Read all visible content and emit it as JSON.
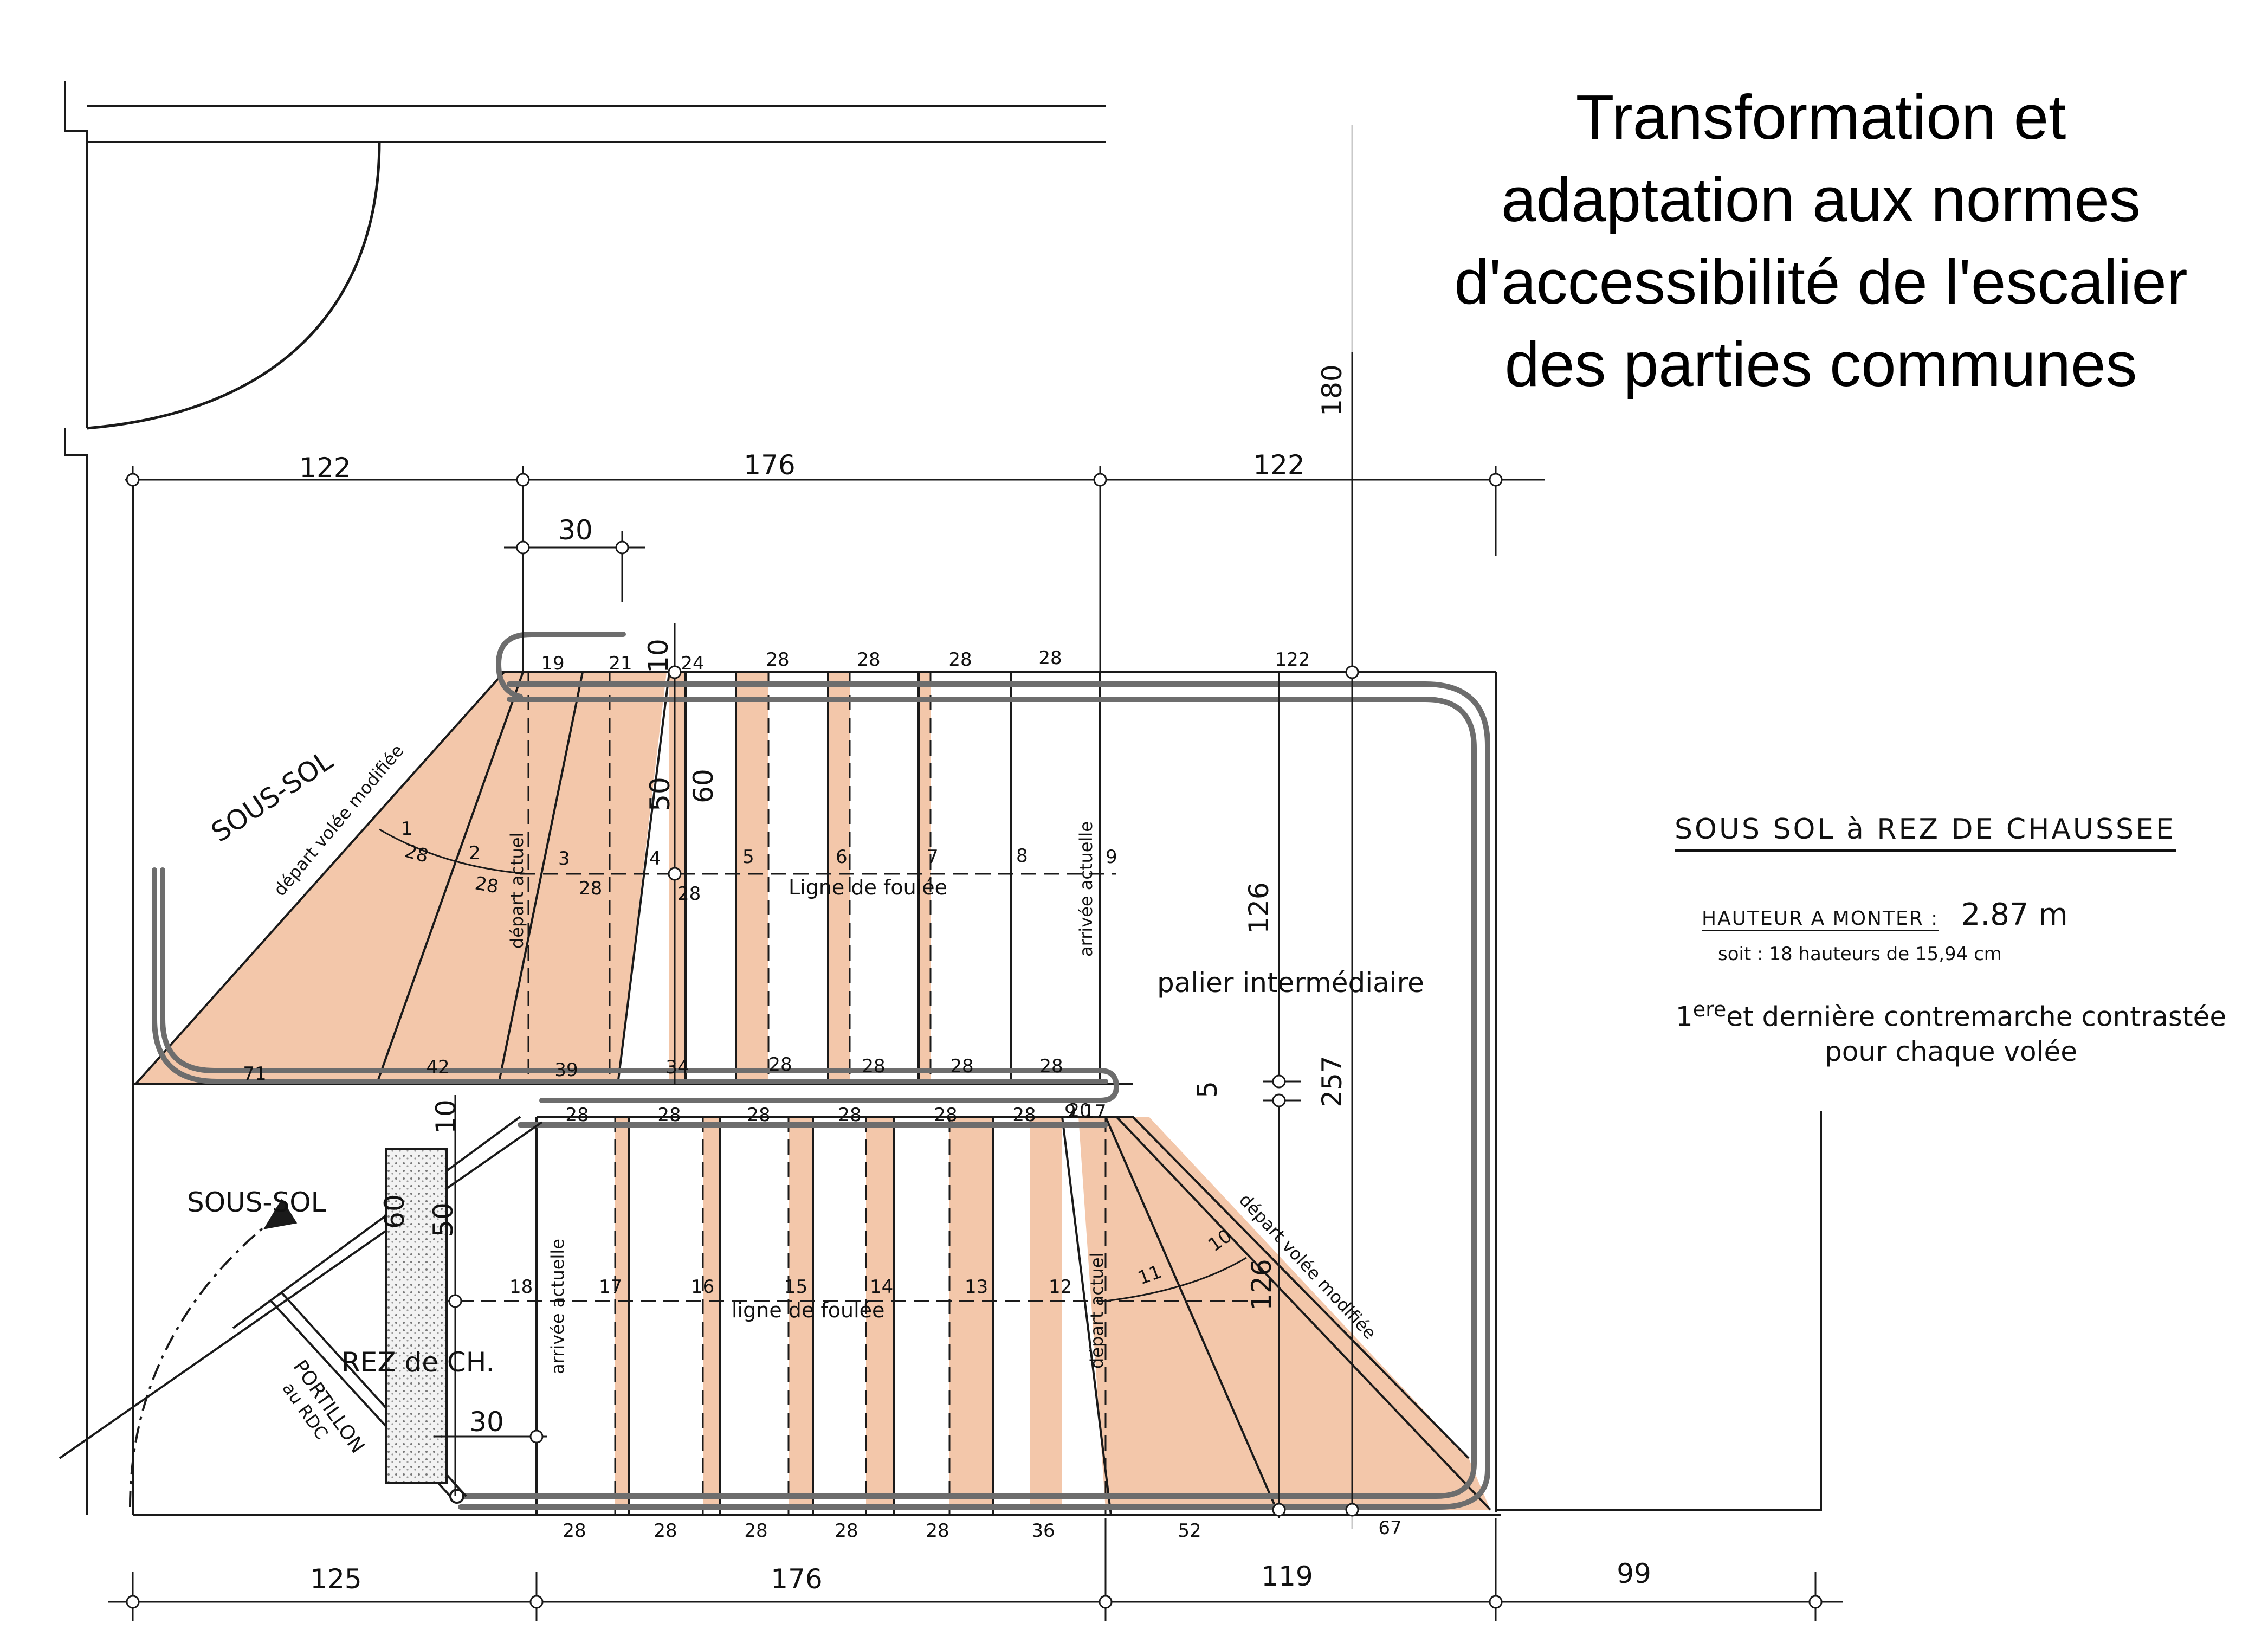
{
  "title": [
    "Transformation et",
    "adaptation aux normes",
    "d'accessibilité de l'escalier",
    "des parties communes"
  ],
  "legend": {
    "heading": "SOUS SOL à REZ DE CHAUSSEE",
    "height_label": "HAUTEUR A MONTER :",
    "height_value": "2.87 m",
    "detail": "soit : 18 hauteurs de  15,94 cm",
    "note_sup": "ere",
    "note_1": "et dernière contremarche contrastée",
    "note_2": "pour chaque volée",
    "note_prefix": "1"
  },
  "labels": {
    "sous_sol_upper": "SOUS-SOL",
    "sous_sol_lower": "SOUS-SOL",
    "rez_de_ch": "REZ de CH.",
    "portillon": "PORTILLON",
    "au_rdc": "au RDC",
    "palier": "palier intermédiaire",
    "ligne_foulee_upper": "Ligne de foulée",
    "ligne_foulee_lower": "ligne de foulée",
    "depart_volee_modifie_upper": "départ volée modifiée",
    "depart_volee_modifie_lower": "départ volée modifiée",
    "depart_actuel_upper": "départ actuel",
    "depart_actuel_lower": "départ actuel",
    "arrivee_actuelle_upper": "arrivée actuelle",
    "arrivee_actuelle_lower": "arrivée actuelle"
  },
  "dimensions": {
    "top_row": [
      "122",
      "176",
      "122"
    ],
    "top_thirty": "30",
    "vertical_180": "180",
    "bottom_row": [
      "125",
      "176",
      "119",
      "99"
    ],
    "upper_tread_top": [
      "19",
      "21",
      "10",
      "24",
      "28",
      "28",
      "28",
      "28",
      "122"
    ],
    "upper_tread_bottom": [
      "71",
      "42",
      "39",
      "34",
      "28",
      "28",
      "28",
      "28"
    ],
    "lower_tread_top": [
      "28",
      "28",
      "28",
      "28",
      "28",
      "28",
      "20",
      "9",
      "17"
    ],
    "lower_tread_bottom": [
      "28",
      "28",
      "28",
      "28",
      "28",
      "36",
      "52",
      "67"
    ],
    "upper_step_numbers": [
      "1",
      "2",
      "3",
      "4",
      "5",
      "6",
      "7",
      "8",
      "9"
    ],
    "upper_step_goings": [
      "28",
      "28",
      "28",
      "28"
    ],
    "lower_step_numbers": [
      "18",
      "17",
      "16",
      "15",
      "14",
      "13",
      "12",
      "11",
      "10"
    ],
    "vert_50_upper": "50",
    "vert_60_upper": "60",
    "vert_126_upper": "126",
    "vert_5": "5",
    "vert_257": "257",
    "vert_10_lower": "10",
    "vert_60_lower": "60",
    "vert_50_lower": "50",
    "vert_126_lower": "126",
    "lower_thirty": "30"
  },
  "colors": {
    "step_fill": "#f3c7aa",
    "step_fill_light": "#f8dcc8",
    "line": "#1a1a1a",
    "rail": "#6d6d6d"
  }
}
